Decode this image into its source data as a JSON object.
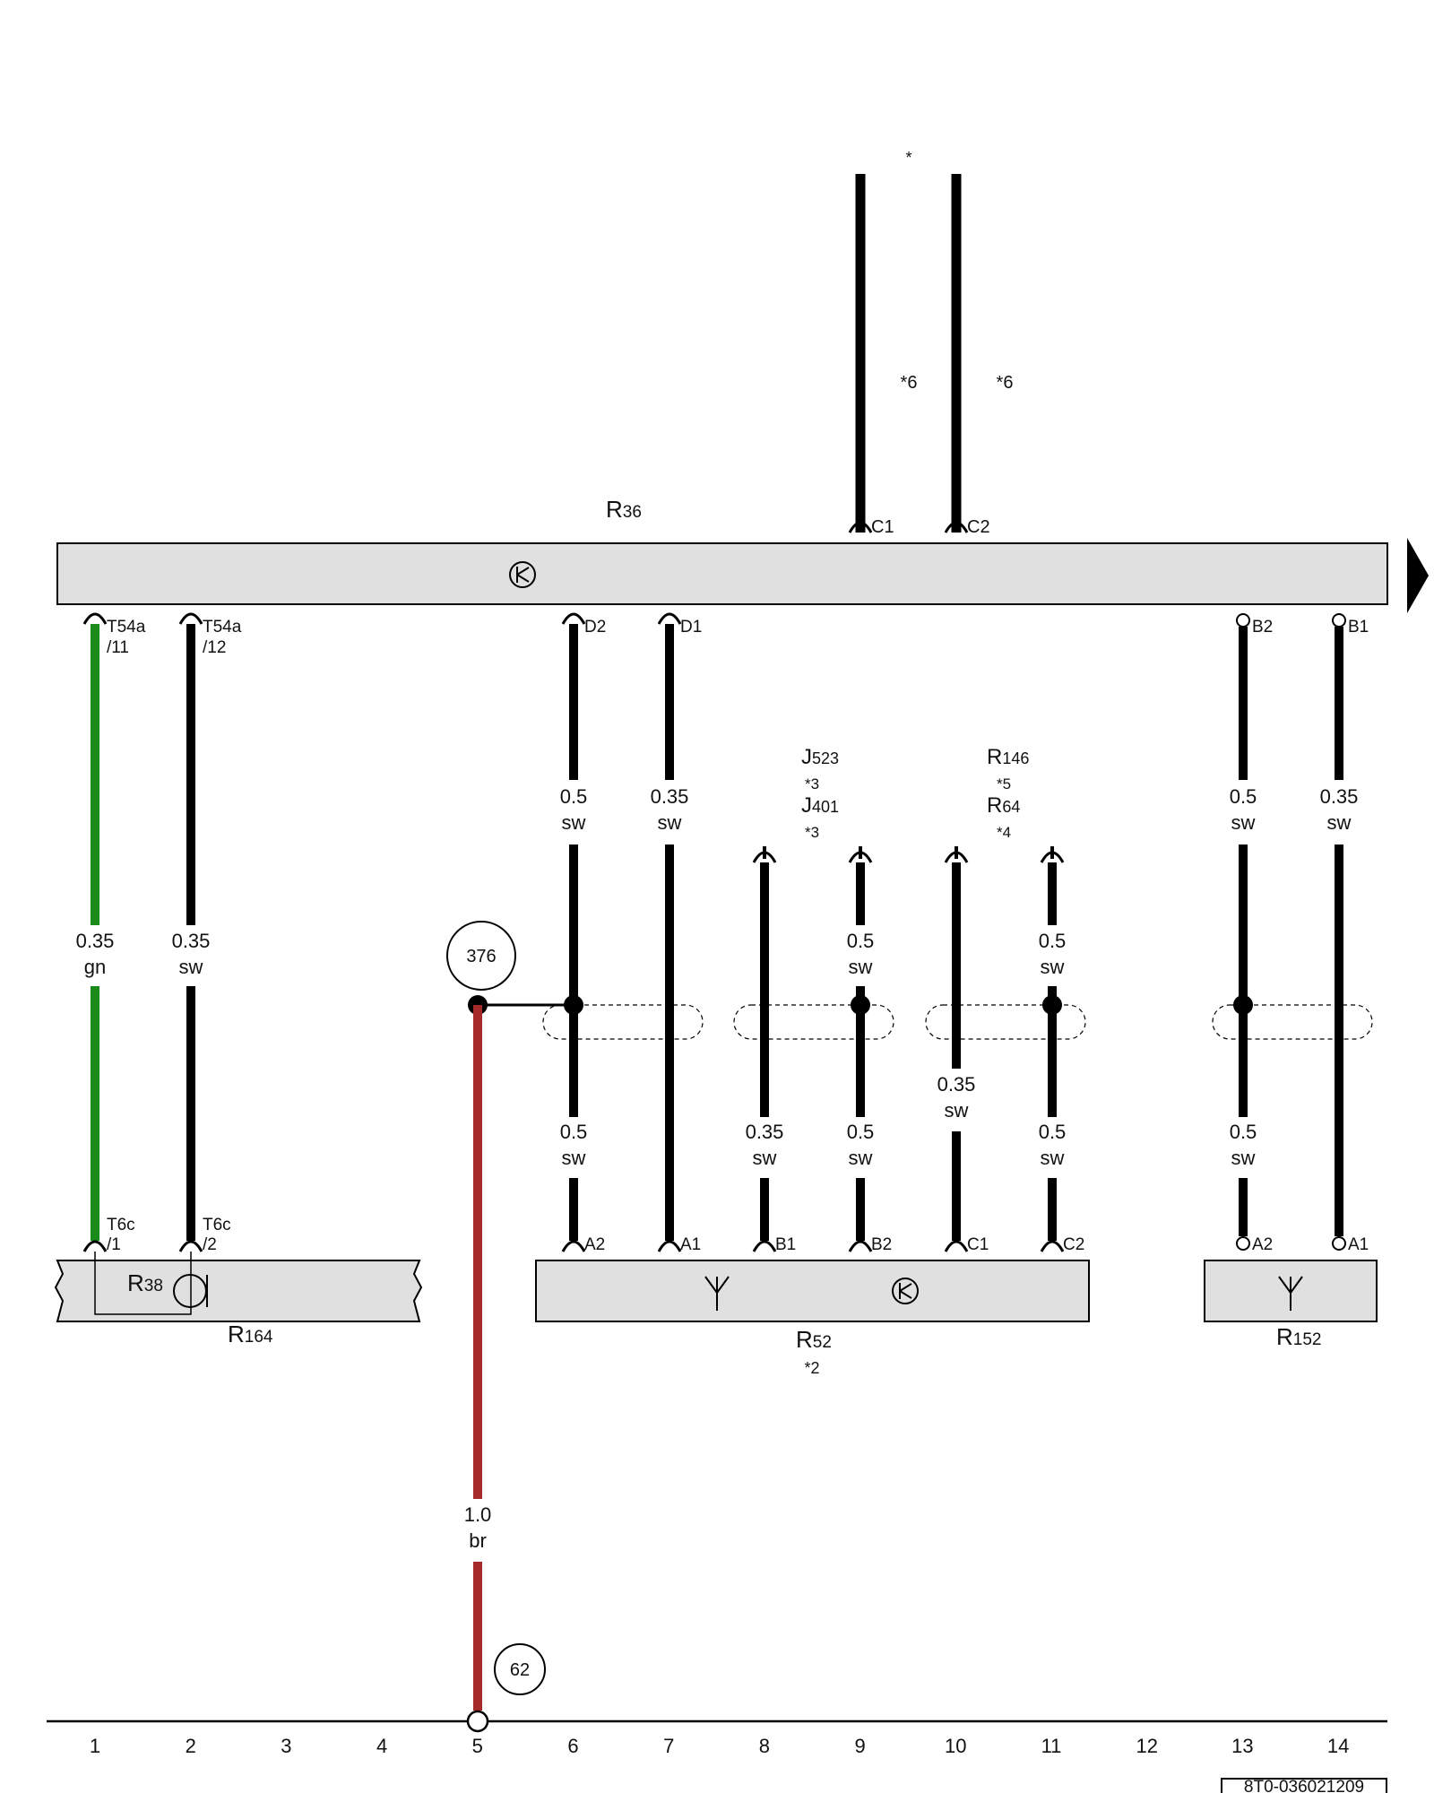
{
  "components": {
    "r36": {
      "code": "R",
      "num": "36"
    },
    "r38": {
      "code": "R",
      "num": "38"
    },
    "r164": {
      "code": "R",
      "num": "164"
    },
    "r52": {
      "code": "R",
      "num": "52",
      "note": "*2"
    },
    "r152": {
      "code": "R",
      "num": "152"
    },
    "j523": {
      "code": "J",
      "num": "523",
      "note": "*3"
    },
    "j401": {
      "code": "J",
      "num": "401",
      "note": "*3"
    },
    "r146": {
      "code": "R",
      "num": "146",
      "note": "*5"
    },
    "r64": {
      "code": "R",
      "num": "64",
      "note": "*4"
    }
  },
  "top_note": "*",
  "wire_notes": {
    "c1": "*6",
    "c2": "*6"
  },
  "pins": {
    "c1": "C1",
    "c2": "C2",
    "t54a_11_a": "T54a",
    "t54a_11_b": "/11",
    "t54a_12_a": "T54a",
    "t54a_12_b": "/12",
    "d2": "D2",
    "d1": "D1",
    "b2": "B2",
    "b1": "B1",
    "t6c_1_a": "T6c",
    "t6c_1_b": "/1",
    "t6c_2_a": "T6c",
    "t6c_2_b": "/2",
    "r52_a2": "A2",
    "r52_a1": "A1",
    "r52_b1": "B1",
    "r52_b2": "B2",
    "r52_c1": "C1",
    "r52_c2": "C2",
    "r152_a2": "A2",
    "r152_a1": "A1"
  },
  "wires": {
    "w1": {
      "gauge": "0.35",
      "color": "gn"
    },
    "w2": {
      "gauge": "0.35",
      "color": "sw"
    },
    "w6_upper": {
      "gauge": "0.5",
      "color": "sw"
    },
    "w7_upper": {
      "gauge": "0.35",
      "color": "sw"
    },
    "w13_upper": {
      "gauge": "0.5",
      "color": "sw"
    },
    "w14_upper": {
      "gauge": "0.35",
      "color": "sw"
    },
    "w9_mid": {
      "gauge": "0.5",
      "color": "sw"
    },
    "w11_mid": {
      "gauge": "0.5",
      "color": "sw"
    },
    "w10_mid": {
      "gauge": "0.35",
      "color": "sw"
    },
    "w6_lower": {
      "gauge": "0.5",
      "color": "sw"
    },
    "w8_lower": {
      "gauge": "0.35",
      "color": "sw"
    },
    "w9_lower": {
      "gauge": "0.5",
      "color": "sw"
    },
    "w11_lower": {
      "gauge": "0.5",
      "color": "sw"
    },
    "w13_lower": {
      "gauge": "0.5",
      "color": "sw"
    },
    "w5": {
      "gauge": "1.0",
      "color": "br"
    }
  },
  "ground_points": {
    "g376": "376",
    "g62": "62"
  },
  "colors": {
    "gn": "#1a8a1a",
    "sw": "#000000",
    "br": "#a52a2a",
    "box": "#e0e0e0"
  },
  "columns": [
    "1",
    "2",
    "3",
    "4",
    "5",
    "6",
    "7",
    "8",
    "9",
    "10",
    "11",
    "12",
    "13",
    "14"
  ],
  "doc_ref": "8T0-036021209"
}
